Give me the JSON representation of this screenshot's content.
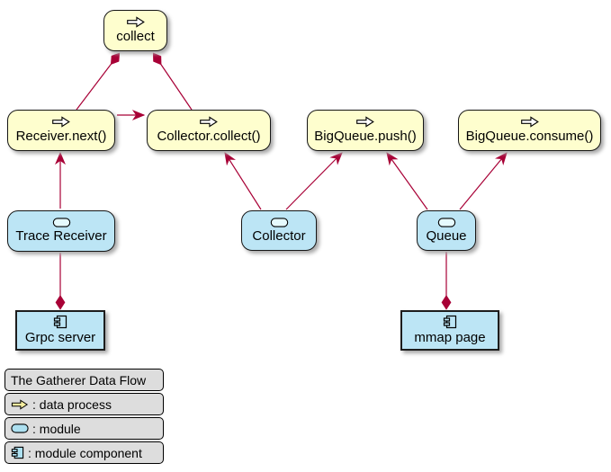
{
  "diagram": {
    "type": "plantuml-component-flow",
    "colors": {
      "process_fill": "#FEFECE",
      "module_fill": "#BCE5F5",
      "edge": "#A80036",
      "node_border": "#161616",
      "legend_bg": "#DDDDDD",
      "legend_icon_yellow": "#F8EFA0",
      "legend_icon_cyan": "#ADE0F0"
    },
    "nodes": {
      "collect": {
        "label": "collect",
        "kind": "data process"
      },
      "receiver_next": {
        "label": "Receiver.next()",
        "kind": "data process"
      },
      "collector_collect": {
        "label": "Collector.collect()",
        "kind": "data process"
      },
      "bigqueue_push": {
        "label": "BigQueue.push()",
        "kind": "data process"
      },
      "bigqueue_consume": {
        "label": "BigQueue.consume()",
        "kind": "data process"
      },
      "trace_receiver": {
        "label": "Trace Receiver",
        "kind": "module"
      },
      "collector": {
        "label": "Collector",
        "kind": "module"
      },
      "queue": {
        "label": "Queue",
        "kind": "module"
      },
      "grpc_server": {
        "label": "Grpc server",
        "kind": "module component"
      },
      "mmap_page": {
        "label": "mmap page",
        "kind": "module component"
      }
    },
    "edges": [
      {
        "from": "receiver_next",
        "to": "collect",
        "end": "diamond"
      },
      {
        "from": "collector_collect",
        "to": "collect",
        "end": "diamond"
      },
      {
        "from": "receiver_next",
        "to": "collector_collect",
        "end": "arrow"
      },
      {
        "from": "trace_receiver",
        "to": "receiver_next",
        "end": "arrow"
      },
      {
        "from": "trace_receiver",
        "to": "grpc_server",
        "end": "diamond"
      },
      {
        "from": "collector",
        "to": "collector_collect",
        "end": "arrow"
      },
      {
        "from": "collector",
        "to": "bigqueue_push",
        "end": "arrow"
      },
      {
        "from": "queue",
        "to": "bigqueue_push",
        "end": "arrow"
      },
      {
        "from": "queue",
        "to": "bigqueue_consume",
        "end": "arrow"
      },
      {
        "from": "queue",
        "to": "mmap_page",
        "end": "diamond"
      }
    ],
    "legend": {
      "title": "The Gatherer Data Flow",
      "items": [
        {
          "icon": "data-process-icon",
          "label": ": data process"
        },
        {
          "icon": "module-icon",
          "label": ": module"
        },
        {
          "icon": "module-component-icon",
          "label": ": module component"
        }
      ]
    }
  }
}
